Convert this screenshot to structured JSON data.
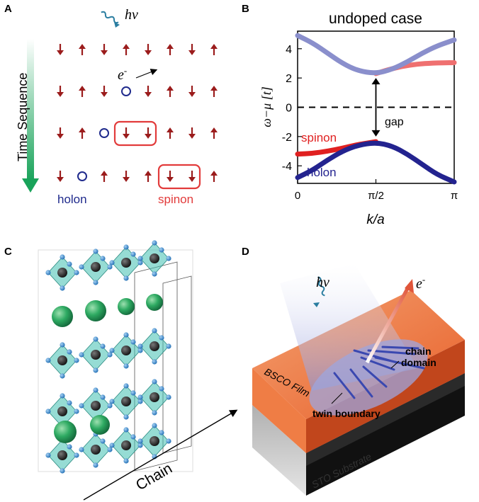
{
  "panels": {
    "a": {
      "label": "A",
      "photon": "hν",
      "time_label": "Time Sequence",
      "electron": "e",
      "electron_sup": "-",
      "holon": "holon",
      "spinon": "spinon",
      "colors": {
        "spin": "#9b1c1c",
        "holon": "#1f2a8c",
        "spinon": "#e23b3b",
        "time": "#20a860"
      },
      "spin_rows": [
        [
          "down",
          "up",
          "down",
          "up",
          "down",
          "up",
          "down",
          "up"
        ],
        [
          "down",
          "up",
          "down",
          "hole",
          "down",
          "up",
          "down",
          "up"
        ],
        [
          "down",
          "up",
          "hole",
          "down",
          "down",
          "up",
          "down",
          "up"
        ],
        [
          "down",
          "hole",
          "up",
          "down",
          "up",
          "down",
          "down",
          "up"
        ]
      ]
    },
    "b": {
      "label": "B",
      "title": "undoped case",
      "gap_label": "gap",
      "spinon_label": "spinon",
      "holon_label": "holon"
    },
    "c": {
      "label": "C",
      "chain_label": "Chain",
      "colors": {
        "octahedron": "#3fc0b0",
        "large_atom": "#2eaa62",
        "small_atom": "#2b7fc4",
        "center_atom": "#222222"
      }
    },
    "d": {
      "label": "D",
      "photon": "hν",
      "electron": "e",
      "electron_sup": "-",
      "chain_domain": "chain\ndomain",
      "chain_domain_l1": "chain",
      "chain_domain_l2": "domain",
      "twin_boundary": "twin boundary",
      "film": "BSCO Film",
      "substrate": "STO Substrate",
      "colors": {
        "film": "#ef7d45",
        "substrate": "#8a8a8a",
        "beam": "#9ea6de",
        "domain": "#3a48b0"
      }
    }
  },
  "chart_data": {
    "type": "line",
    "title": "undoped case",
    "xlabel": "k/a",
    "ylabel": "ω−μ [t]",
    "xlim": [
      0,
      3.1416
    ],
    "ylim": [
      -5.2,
      5.2
    ],
    "xticks": [
      {
        "v": 0,
        "label": "0"
      },
      {
        "v": 1.5708,
        "label": "π/2"
      },
      {
        "v": 3.1416,
        "label": "π"
      }
    ],
    "yticks": [
      {
        "v": 4,
        "label": "4"
      },
      {
        "v": 2,
        "label": "2"
      },
      {
        "v": 0,
        "label": "0"
      },
      {
        "v": -2,
        "label": "-2"
      },
      {
        "v": -4,
        "label": "-4"
      }
    ],
    "dashed_zero_line": true,
    "series": [
      {
        "name": "spinon",
        "color": "#ef7070",
        "band": "upper",
        "x": [
          1.5708,
          1.8,
          2.1,
          2.4,
          2.7,
          3.1416
        ],
        "y": [
          2.3,
          2.55,
          2.8,
          2.95,
          3.02,
          3.05
        ]
      },
      {
        "color": "#8a8fcc",
        "band": "upper",
        "x": [
          0,
          0.3,
          0.6,
          0.9,
          1.2,
          1.5708,
          1.9,
          2.2,
          2.5,
          2.8,
          3.1416
        ],
        "y": [
          4.9,
          4.4,
          3.7,
          3.0,
          2.5,
          2.3,
          2.6,
          3.1,
          3.7,
          4.2,
          4.6
        ]
      },
      {
        "name": "spinon",
        "color": "#e02020",
        "band": "lower",
        "x": [
          0,
          0.3,
          0.6,
          0.9,
          1.2,
          1.5708
        ],
        "y": [
          -3.2,
          -3.15,
          -3.0,
          -2.8,
          -2.55,
          -2.35
        ]
      },
      {
        "name": "holon",
        "color": "#23238f",
        "band": "lower",
        "x": [
          0,
          0.3,
          0.6,
          0.9,
          1.2,
          1.5708,
          1.9,
          2.2,
          2.5,
          2.8,
          3.1416
        ],
        "y": [
          -4.8,
          -4.3,
          -3.6,
          -3.0,
          -2.6,
          -2.4,
          -2.65,
          -3.2,
          -3.9,
          -4.6,
          -5.1
        ]
      }
    ],
    "gap_arrow": {
      "x": 1.5708,
      "y_top": 2.0,
      "y_bottom": -2.0
    }
  }
}
